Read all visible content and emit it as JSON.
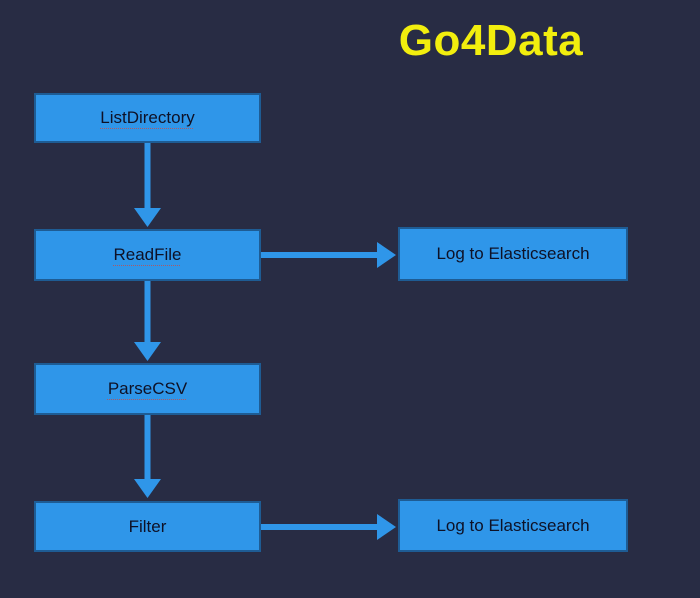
{
  "title": "Go4Data",
  "colors": {
    "bg": "#282c44",
    "node-fill": "#2f96e9",
    "node-border": "#1e5c94",
    "node-text": "#0e1126",
    "title": "#f2ee0e",
    "arrow": "#2f96e9"
  },
  "diagram": {
    "nodes": [
      {
        "id": "list-directory",
        "label": "ListDirectory",
        "misspelled": true
      },
      {
        "id": "read-file",
        "label": "ReadFile",
        "misspelled": true
      },
      {
        "id": "parse-csv",
        "label": "ParseCSV",
        "misspelled": true
      },
      {
        "id": "filter",
        "label": "Filter",
        "misspelled": false
      },
      {
        "id": "log-to-elasticsearch-1",
        "label": "Log to Elasticsearch",
        "misspelled": false
      },
      {
        "id": "log-to-elasticsearch-2",
        "label": "Log to Elasticsearch",
        "misspelled": false
      }
    ],
    "edges": [
      {
        "from": "ListDirectory",
        "to": "ReadFile",
        "direction": "down"
      },
      {
        "from": "ReadFile",
        "to": "ParseCSV",
        "direction": "down"
      },
      {
        "from": "ParseCSV",
        "to": "Filter",
        "direction": "down"
      },
      {
        "from": "ReadFile",
        "to": "Log to Elasticsearch",
        "direction": "right"
      },
      {
        "from": "Filter",
        "to": "Log to Elasticsearch",
        "direction": "right"
      }
    ]
  }
}
